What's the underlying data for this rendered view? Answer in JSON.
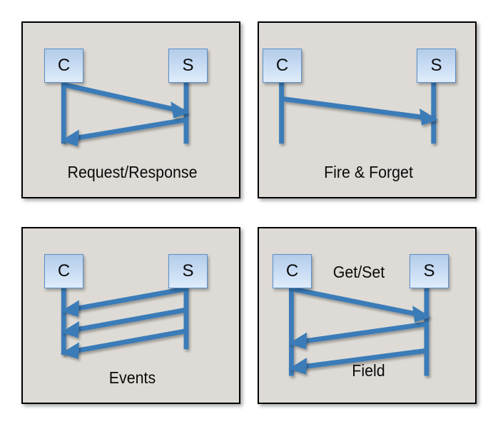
{
  "figure": {
    "title_visible": false,
    "background": "#ffffff",
    "panel_fill": "#dedbd6",
    "panel_border": "#000000",
    "arrow_color": "#3a7cb8",
    "node_border": "#5b8fc9",
    "node_fill_top": "#b4cce8",
    "node_fill_bottom": "#dfecfb",
    "text_color": "#0a0a0a"
  },
  "panels": [
    {
      "id": "request-response",
      "label": "Request/Response",
      "client": "C",
      "server": "S",
      "messages": [
        {
          "name": "request",
          "direction": "right"
        },
        {
          "name": "response",
          "direction": "left"
        }
      ],
      "inline_labels": []
    },
    {
      "id": "fire-and-forget",
      "label": "Fire & Forget",
      "client": "C",
      "server": "S",
      "messages": [
        {
          "name": "fire",
          "direction": "right"
        }
      ],
      "inline_labels": []
    },
    {
      "id": "events",
      "label": "Events",
      "client": "C",
      "server": "S",
      "messages": [
        {
          "name": "event-1",
          "direction": "left"
        },
        {
          "name": "event-2",
          "direction": "left"
        },
        {
          "name": "event-3",
          "direction": "left"
        }
      ],
      "inline_labels": []
    },
    {
      "id": "field",
      "label": "Field",
      "client": "C",
      "server": "S",
      "messages": [
        {
          "name": "get-set",
          "direction": "right"
        },
        {
          "name": "update-1",
          "direction": "left"
        },
        {
          "name": "update-2",
          "direction": "left"
        }
      ],
      "inline_labels": [
        {
          "name": "get-set-label",
          "text": "Get/Set"
        }
      ]
    }
  ]
}
